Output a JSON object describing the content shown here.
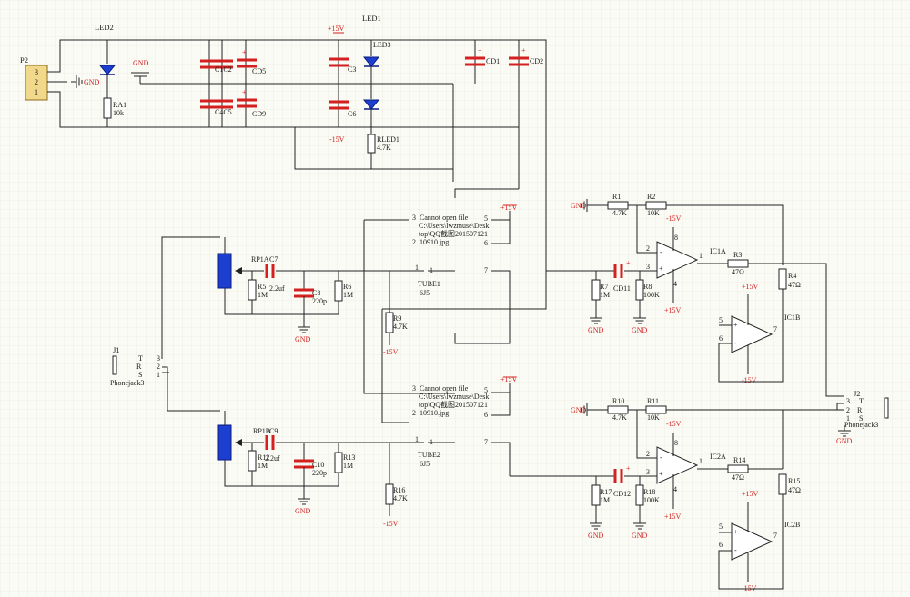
{
  "colors": {
    "grid": "#e4e4d8",
    "wire": "#222222",
    "component": "#d42020",
    "led": "#1c3fd0",
    "connector": "#f1d88a"
  },
  "connectors": {
    "p2": {
      "ref": "P2",
      "pins": [
        "3",
        "2",
        "1"
      ]
    },
    "j1": {
      "ref": "J1",
      "name": "Phonejack3",
      "pins": [
        "T",
        "R",
        "S"
      ],
      "nums": [
        "3",
        "2",
        "1"
      ]
    },
    "j2": {
      "ref": "J2",
      "name": "Phonejack3",
      "pins": [
        "T",
        "R",
        "S"
      ],
      "nums": [
        "3",
        "2",
        "1"
      ]
    }
  },
  "power": {
    "led1": "LED1",
    "led2": "LED2",
    "led3": "LED3",
    "ra1_ref": "RA1",
    "ra1_val": "10k",
    "rled1_ref": "RLED1",
    "rled1_val": "4.7K",
    "c1c2": "C1C2",
    "c4c5": "C4C5",
    "cd5": "CD5",
    "cd9": "CD9",
    "c3": "C3",
    "c6": "C6",
    "cd1": "CD1",
    "cd2": "CD2",
    "plus15": "+15V",
    "minus15": "-15V",
    "gnd": "GND"
  },
  "tubes": [
    {
      "err1": "Cannot open file",
      "err2": "C:\\Users\\lwzmuse\\Desk",
      "err3": "top\\QQ截图201507121",
      "err4": "10910.jpg",
      "ref": "TUBE1",
      "type": "6J5",
      "pins": [
        "3",
        "2",
        "1",
        "5",
        "6",
        "7"
      ],
      "pot": "RP1A",
      "cap_ref": "C7",
      "cap_val": "2.2uf",
      "r5_ref": "R5",
      "r5_val": "1M",
      "c8_ref": "C8",
      "c8_val": "220p",
      "r6_ref": "R6",
      "r6_val": "1M",
      "r9_ref": "R9",
      "r9_val": "4.7K",
      "r7_ref": "R7",
      "r7_val": "1M",
      "cd_ref": "CD11",
      "r8_ref": "R8",
      "r8_val": "100K",
      "r1_ref": "R1",
      "r1_val": "4.7K",
      "r2_ref": "R2",
      "r2_val": "10K",
      "ica": "IC1A",
      "icb": "IC1B",
      "r3_ref": "R3",
      "r3_val": "47Ω",
      "r4_ref": "R4",
      "r4_val": "47Ω"
    },
    {
      "err1": "Cannot open file",
      "err2": "C:\\Users\\lwzmuse\\Desk",
      "err3": "top\\QQ截图201507121",
      "err4": "10910.jpg",
      "ref": "TUBE2",
      "type": "6J5",
      "pins": [
        "3",
        "2",
        "1",
        "5",
        "6",
        "7"
      ],
      "pot": "RP1B",
      "cap_ref": "C9",
      "cap_val": "2.2uf",
      "r5_ref": "R12",
      "r5_val": "1M",
      "c8_ref": "C10",
      "c8_val": "220p",
      "r6_ref": "R13",
      "r6_val": "1M",
      "r9_ref": "R16",
      "r9_val": "4.7K",
      "r7_ref": "R17",
      "r7_val": "1M",
      "cd_ref": "CD12",
      "r8_ref": "R18",
      "r8_val": "100K",
      "r1_ref": "R10",
      "r1_val": "4.7K",
      "r2_ref": "R11",
      "r2_val": "10K",
      "ica": "IC2A",
      "icb": "IC2B",
      "r3_ref": "R14",
      "r3_val": "47Ω",
      "r4_ref": "R15",
      "r4_val": "47Ω"
    }
  ],
  "opamp": {
    "pin_a_minus": "2",
    "pin_a_plus": "3",
    "pin_a_out": "1",
    "pin_b_plus": "5",
    "pin_b_minus": "6",
    "pin_b_out": "7",
    "pin_vp": "8",
    "pin_vn": "4",
    "minus": "-",
    "plus": "+"
  }
}
